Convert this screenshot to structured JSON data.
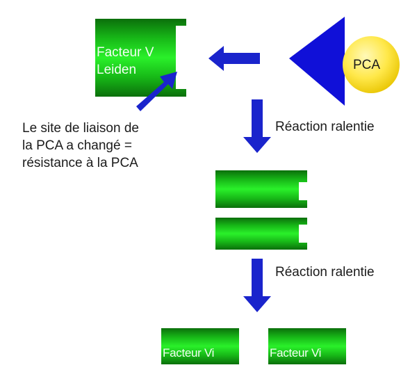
{
  "labels": {
    "factor_v_leiden_line1": "Facteur V",
    "factor_v_leiden_line2": "Leiden",
    "pca": "PCA",
    "binding_site_line1": "Le site de liaison de",
    "binding_site_line2": "la PCA a changé =",
    "binding_site_line3": "résistance à la PCA",
    "slowed_reaction_1": "Réaction ralentie",
    "slowed_reaction_2": "Réaction ralentie",
    "factor_vi_left": "Facteur Vi",
    "factor_vi_right": "Facteur Vi"
  },
  "colors": {
    "green_light": "#22ee22",
    "green_dark": "#0a7a0a",
    "arrow_blue": "#1520cc",
    "pca_yellow": "#ffe84a",
    "pca_triangle": "#1010d8"
  }
}
